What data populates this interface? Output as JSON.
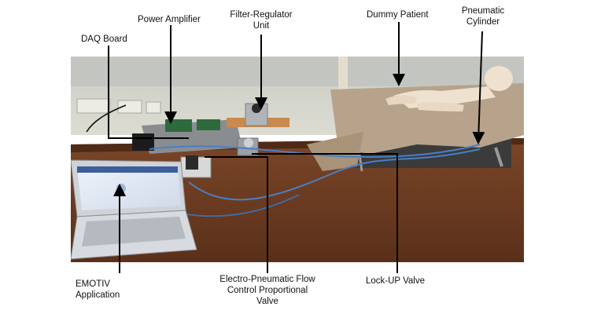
{
  "labels": {
    "power_amplifier": "Power Amplifier",
    "filter_regulator_line1": "Filter-Regulator",
    "filter_regulator_line2": "Unit",
    "dummy_patient": "Dummy Patient",
    "pneumatic_cylinder_line1": "Pneumatic",
    "pneumatic_cylinder_line2": "Cylinder",
    "daq_board": "DAQ Board",
    "emotiv_line1": "EMOTIV",
    "emotiv_line2": "Application",
    "ep_valve_line1": "Electro-Pneumatic Flow",
    "ep_valve_line2": "Control Proportional",
    "ep_valve_line3": "Valve",
    "lock_up_valve": "Lock-UP Valve"
  },
  "colors": {
    "wall": "#d7d8cf",
    "wall_shadow": "#bcbdb4",
    "table": "#6a3b22",
    "table_dark": "#4e2a17",
    "sheet": "#b8a48c",
    "dummy": "#efe1cf",
    "cable": "#4a7fc4",
    "arrow": "#000000"
  }
}
